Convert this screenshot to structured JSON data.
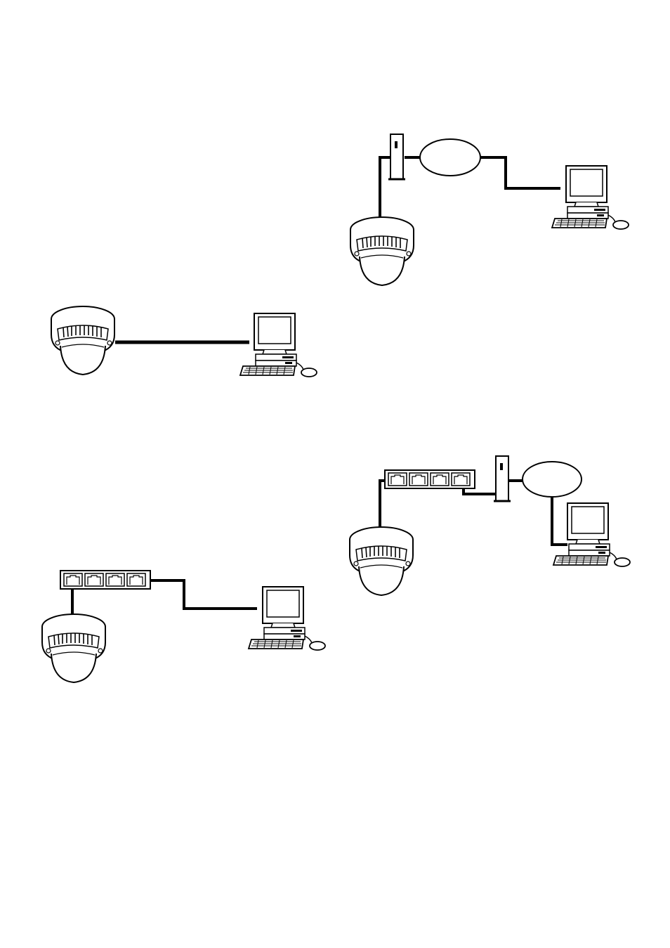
{
  "diagrams": [
    {
      "id": "direct-connection",
      "nodes": [
        "dome-camera",
        "computer"
      ],
      "links": [
        [
          "dome-camera",
          "computer"
        ]
      ]
    },
    {
      "id": "modem-connection",
      "nodes": [
        "dome-camera",
        "modem",
        "network-cloud",
        "computer"
      ],
      "links": [
        [
          "dome-camera",
          "modem"
        ],
        [
          "modem",
          "network-cloud"
        ],
        [
          "network-cloud",
          "computer"
        ]
      ]
    },
    {
      "id": "hub-connection",
      "nodes": [
        "dome-camera",
        "hub",
        "computer"
      ],
      "links": [
        [
          "dome-camera",
          "hub"
        ],
        [
          "hub",
          "computer"
        ]
      ]
    },
    {
      "id": "hub-modem-connection",
      "nodes": [
        "dome-camera",
        "hub",
        "modem",
        "network-cloud",
        "computer"
      ],
      "links": [
        [
          "dome-camera",
          "hub"
        ],
        [
          "hub",
          "modem"
        ],
        [
          "modem",
          "network-cloud"
        ],
        [
          "network-cloud",
          "computer"
        ]
      ]
    }
  ],
  "colors": {
    "line": "#000000",
    "fill": "#ffffff"
  },
  "icons": [
    "dome-camera-icon",
    "computer-icon",
    "modem-icon",
    "network-cloud-icon",
    "hub-icon"
  ]
}
